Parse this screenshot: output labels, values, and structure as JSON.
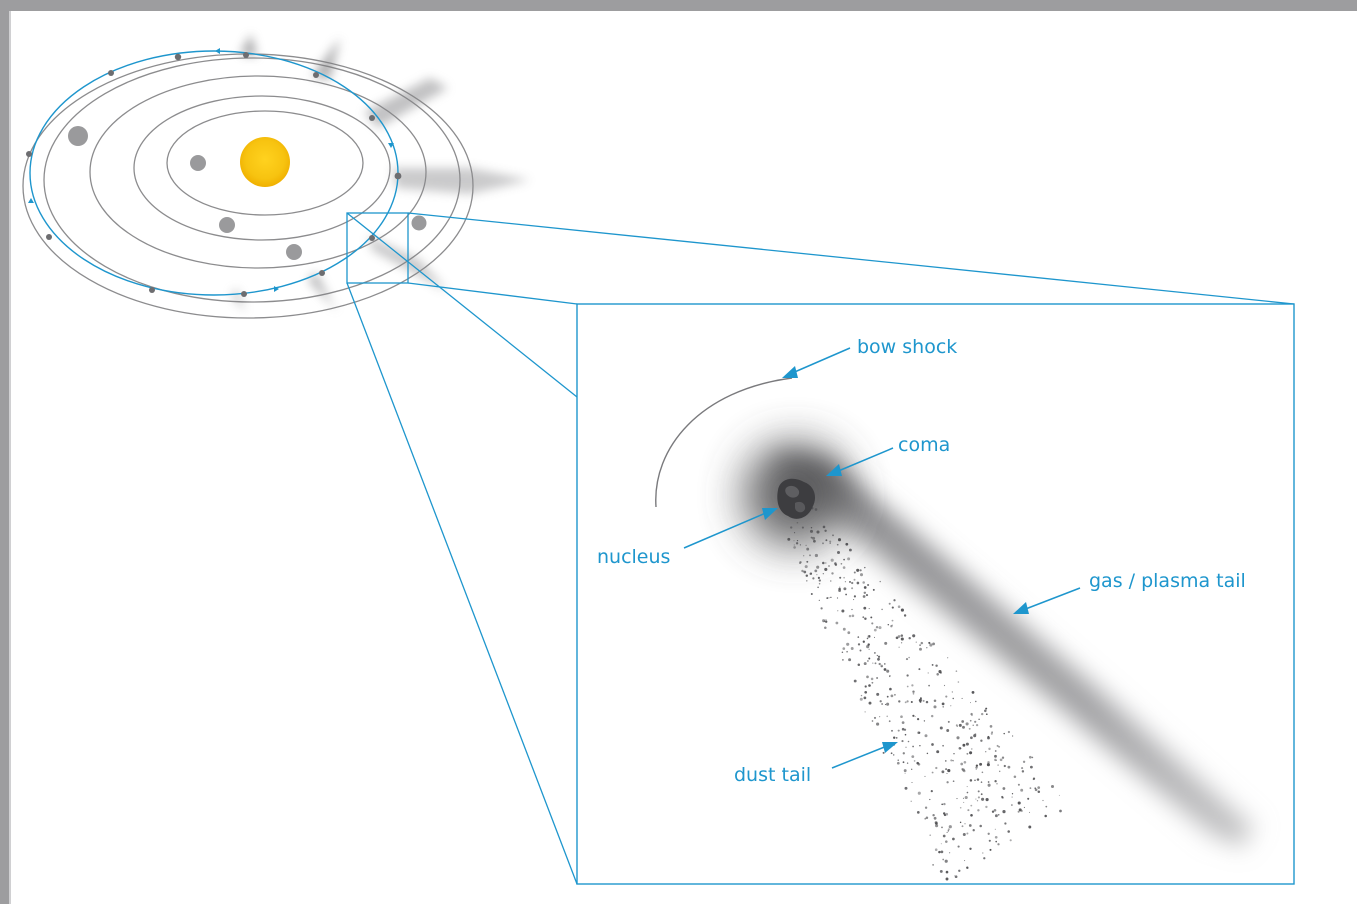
{
  "labels": {
    "bow_shock": "bow shock",
    "coma": "coma",
    "nucleus": "nucleus",
    "gas_plasma_tail": "gas / plasma tail",
    "dust_tail": "dust tail"
  },
  "colors": {
    "accent": "#1e96cd",
    "sun": "#f5c518",
    "planet": "#9a9a9c",
    "orbit": "#8c8c8e",
    "frame": "#9d9d9f"
  }
}
